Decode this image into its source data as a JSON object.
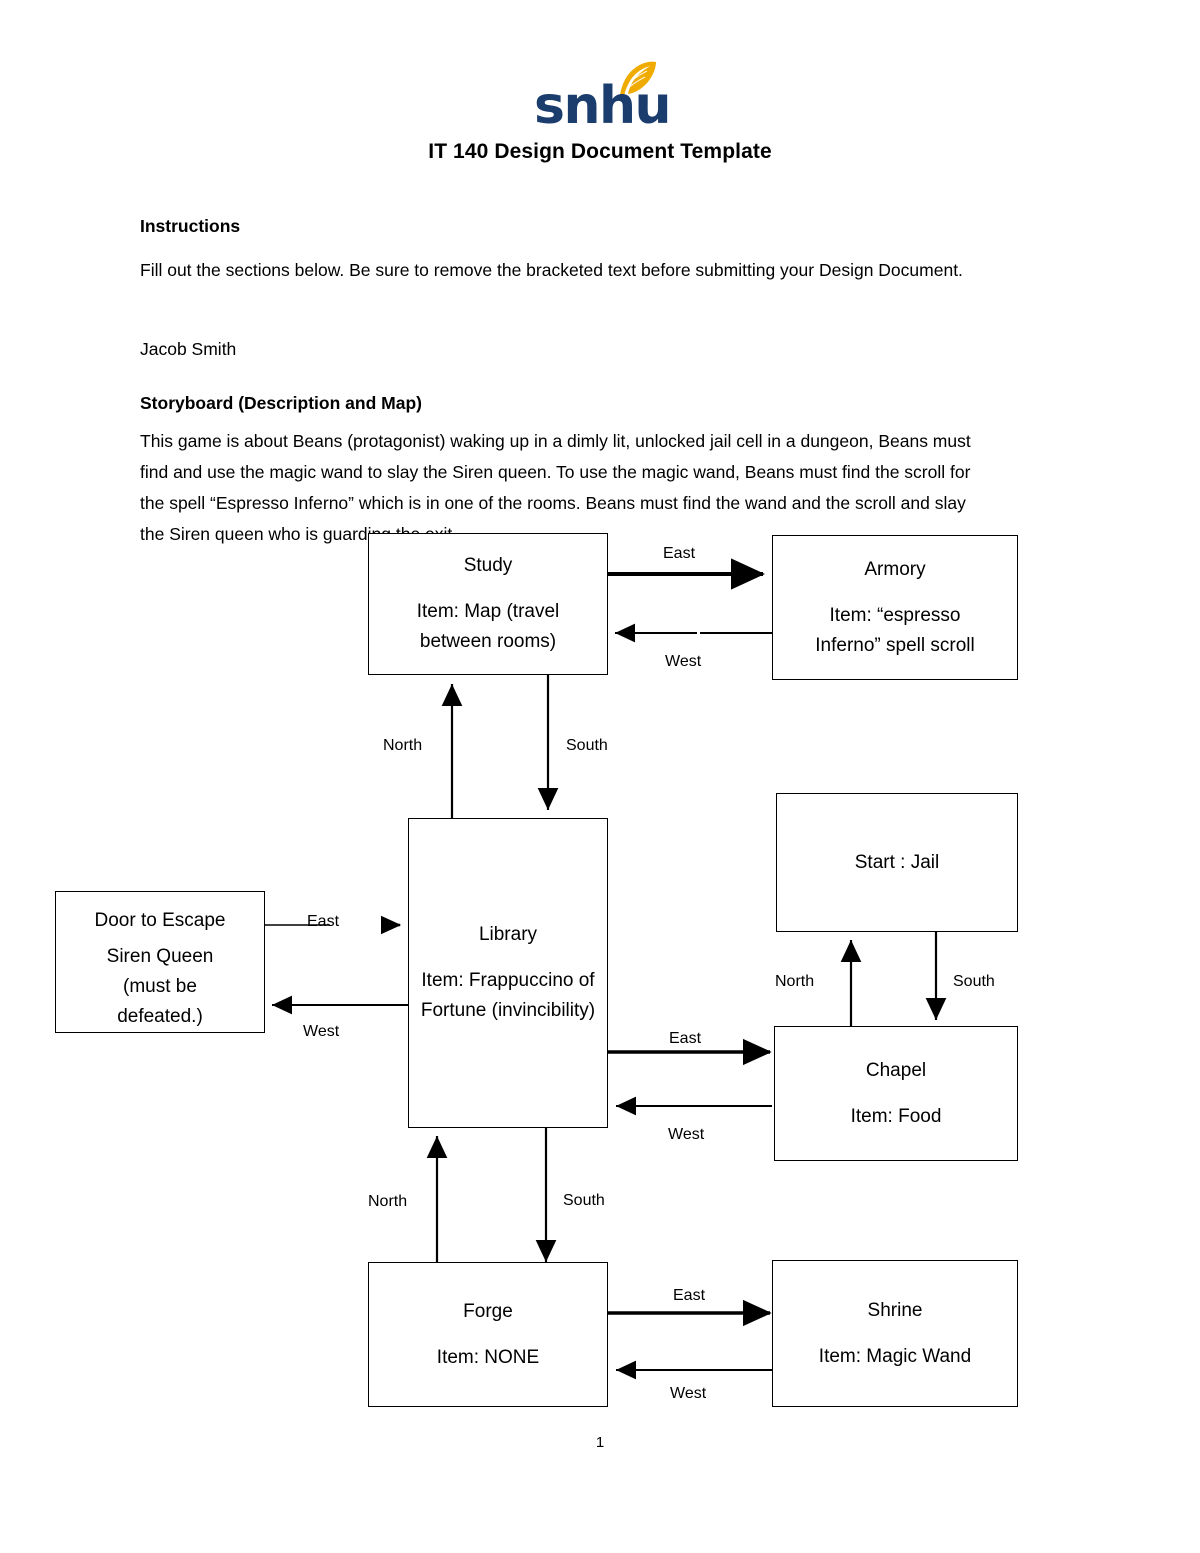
{
  "header": {
    "logo_text": "snhu",
    "logo_icon": "feather-icon",
    "logo_color": "#1b3d6d",
    "logo_accent_color": "#f0ab00",
    "title": "IT 140 Design Document Template"
  },
  "sections": {
    "instructions_heading": "Instructions",
    "instructions_body": "Fill out the sections below. Be sure to remove the bracketed text before submitting your Design Document.",
    "author": "Jacob Smith",
    "storyboard_heading": "Storyboard (Description and Map)",
    "storyboard_body": "This game is about Beans (protagonist) waking up in a dimly lit, unlocked jail cell in a dungeon, Beans must find and use the magic wand to slay the Siren queen. To use the magic wand, Beans must find the scroll for the spell “Espresso Inferno” which is in one of the rooms. Beans must find the wand and the scroll and slay the Siren queen who is guarding the exit."
  },
  "map": {
    "rooms": [
      {
        "id": "study",
        "title": "Study",
        "item": "Item: Map (travel between rooms)"
      },
      {
        "id": "armory",
        "title": "Armory",
        "item": "Item: “espresso Inferno” spell scroll"
      },
      {
        "id": "door",
        "title": "Door to Escape",
        "item": "Siren Queen (must be defeated.)"
      },
      {
        "id": "library",
        "title": "Library",
        "item": "Item: Frappuccino of Fortune (invincibility)"
      },
      {
        "id": "jail",
        "title": "Start : Jail",
        "item": ""
      },
      {
        "id": "chapel",
        "title": "Chapel",
        "item": "Item: Food"
      },
      {
        "id": "forge",
        "title": "Forge",
        "item": "Item: NONE"
      },
      {
        "id": "shrine",
        "title": "Shrine",
        "item": "Item: Magic Wand"
      }
    ],
    "connections": [
      {
        "id": "study-armory-east",
        "label": "East"
      },
      {
        "id": "armory-study-west",
        "label": "West"
      },
      {
        "id": "library-study-north",
        "label": "North"
      },
      {
        "id": "study-library-south",
        "label": "South"
      },
      {
        "id": "door-library-east",
        "label": "East"
      },
      {
        "id": "library-door-west",
        "label": "West"
      },
      {
        "id": "chapel-jail-north",
        "label": "North"
      },
      {
        "id": "jail-chapel-south",
        "label": "South"
      },
      {
        "id": "library-chapel-east",
        "label": "East"
      },
      {
        "id": "chapel-library-west",
        "label": "West"
      },
      {
        "id": "forge-library-north",
        "label": "North"
      },
      {
        "id": "library-forge-south",
        "label": "South"
      },
      {
        "id": "forge-shrine-east",
        "label": "East"
      },
      {
        "id": "shrine-forge-west",
        "label": "West"
      }
    ]
  },
  "footer": {
    "page_number": "1"
  }
}
